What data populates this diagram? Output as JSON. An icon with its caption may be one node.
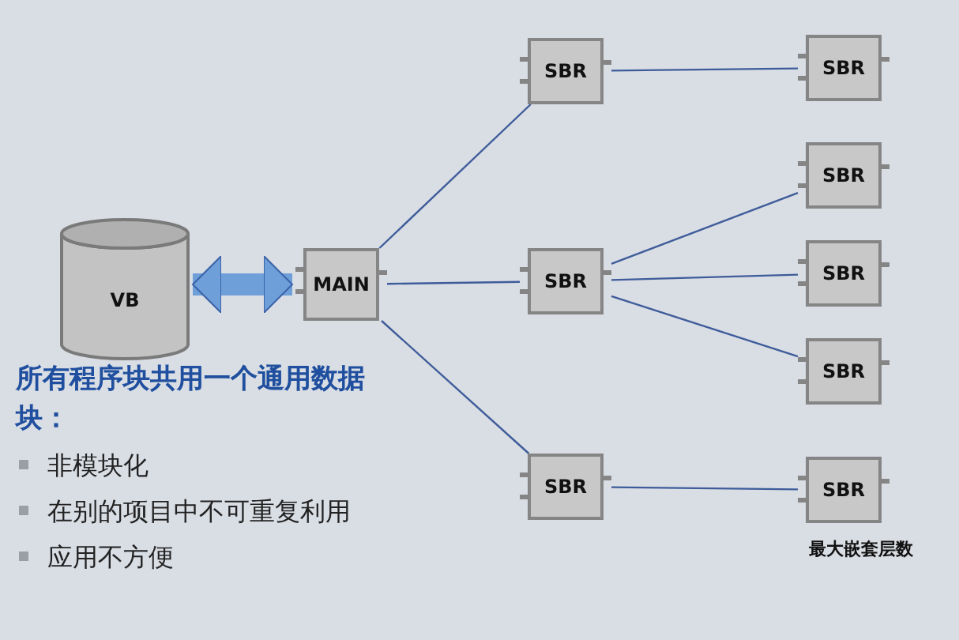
{
  "diagram": {
    "nodes": [
      {
        "text": [
          "VB"
        ]
      },
      {
        "text": [
          "MAIN"
        ]
      },
      {
        "text": [
          "SBR"
        ]
      },
      {
        "text": [
          "SBR"
        ]
      },
      {
        "text": [
          "SBR"
        ]
      },
      {
        "text": [
          "SBR"
        ]
      },
      {
        "text": [
          "SBR"
        ]
      },
      {
        "text": [
          "SBR"
        ]
      },
      {
        "text": [
          "SBR"
        ]
      },
      {
        "text": [
          "SBR"
        ]
      }
    ],
    "edges": [
      {
        "from": 0,
        "to": 1,
        "arrow": "both",
        "style": "thick",
        "color": "#6e9fd9"
      },
      {
        "from": 1,
        "to": 2,
        "arrow": "none"
      },
      {
        "from": 1,
        "to": 4,
        "arrow": "none"
      },
      {
        "from": 1,
        "to": 8,
        "arrow": "none"
      },
      {
        "from": 2,
        "to": 3,
        "arrow": "none"
      },
      {
        "from": 4,
        "to": 5,
        "arrow": "none"
      },
      {
        "from": 4,
        "to": 6,
        "arrow": "none"
      },
      {
        "from": 4,
        "to": 7,
        "arrow": "none"
      },
      {
        "from": 8,
        "to": 9,
        "arrow": "none"
      }
    ],
    "labels": [
      "所有程序块共用一个通用数据块：",
      "非模块化",
      "在别的项目中不可重复利用",
      "应用不方便",
      "最大嵌套层数"
    ]
  }
}
